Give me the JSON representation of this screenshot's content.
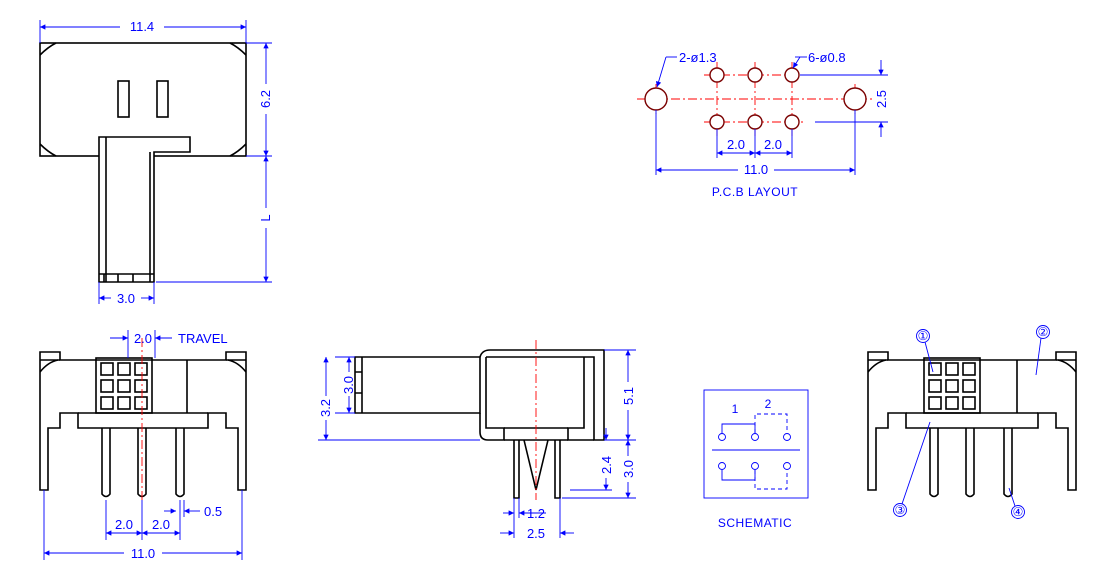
{
  "top_view": {
    "width_dim": "11.4",
    "height_dim": "6.2",
    "length_dim": "L",
    "actuator_dim": "3.0"
  },
  "pcb_layout": {
    "big_hole_callout": "2-ø1.3",
    "small_hole_callout": "6-ø0.8",
    "row_pitch_dim": "2.5",
    "pitch_dim_left": "2.0",
    "pitch_dim_right": "2.0",
    "span_dim": "11.0",
    "caption": "P.C.B LAYOUT"
  },
  "front_view": {
    "travel_value": "2.0",
    "travel_label": "TRAVEL",
    "pin_pitch_left": "2.0",
    "pin_pitch_right": "2.0",
    "pin_width": "0.5",
    "overall_width": "11.0"
  },
  "side_view": {
    "actuator_height": "3.0",
    "actuator_offset": "3.2",
    "body_height": "5.1",
    "pin_length_inner": "2.4",
    "pin_length_outer": "3.0",
    "pin_width": "1.2",
    "pin_span": "2.5"
  },
  "schematic": {
    "pole_1": "1",
    "pole_2": "2",
    "caption": "SCHEMATIC"
  },
  "callout_view": {
    "callout_1": "①",
    "callout_2": "②",
    "callout_3": "③",
    "callout_4": "④"
  }
}
